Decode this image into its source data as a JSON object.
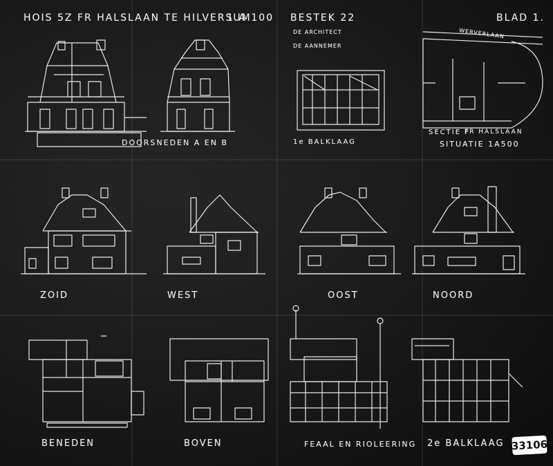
{
  "header": {
    "title": "HOIS 5Z FR HALSLAAN TE HILVERSUM",
    "scale": "1 A 100",
    "bestek": "BESTEK 22",
    "sheet": "BLAD 1."
  },
  "notes": {
    "architect": "DE ARCHITECT",
    "aannemer": "DE AANNEMER"
  },
  "sections": {
    "label": "DOORSNEDEN A EN B"
  },
  "plans": {
    "balklaag": "1e BALKLAAG",
    "situatie": "SITUATIE 1A500",
    "sectie": "SECTIE F"
  },
  "site": {
    "road_top": "WERVERLAAN",
    "road_bottom": "FR HALSLAAN"
  },
  "elevations": [
    {
      "label": "ZOID"
    },
    {
      "label": "WEST"
    },
    {
      "label": "OOST"
    },
    {
      "label": "NOORD"
    }
  ],
  "floorplans": [
    {
      "label": "BENEDEN"
    },
    {
      "label": "BOVEN"
    },
    {
      "label": "FEAAL EN RIOLEERING"
    },
    {
      "label": "2e BALKLAAG"
    }
  ],
  "stamp": "33106",
  "colors": {
    "ink": "#f0f0f0",
    "paper": "#151515"
  }
}
